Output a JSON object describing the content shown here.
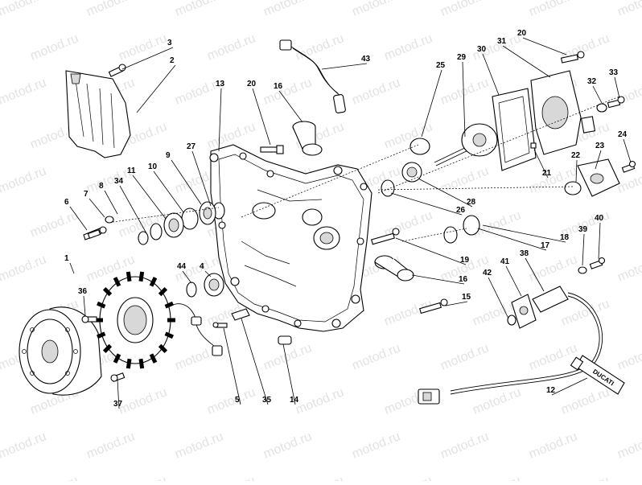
{
  "watermark": {
    "text": "motod.ru"
  },
  "diagram": {
    "kind": "exploded parts diagram",
    "part_numbers": [
      "1",
      "2",
      "3",
      "4",
      "5",
      "6",
      "7",
      "8",
      "9",
      "10",
      "11",
      "12",
      "13",
      "14",
      "15",
      "16",
      "16",
      "17",
      "18",
      "19",
      "20",
      "20",
      "21",
      "22",
      "23",
      "24",
      "25",
      "26",
      "27",
      "28",
      "29",
      "30",
      "31",
      "32",
      "33",
      "34",
      "35",
      "36",
      "37",
      "38",
      "39",
      "40",
      "41",
      "42",
      "43",
      "44"
    ],
    "tube_label": "DUCATI"
  }
}
